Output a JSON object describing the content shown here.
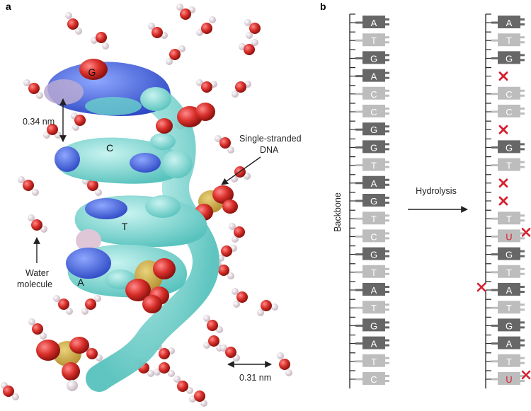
{
  "panel_a": {
    "label": "a",
    "bases": {
      "g": "G",
      "c": "C",
      "t": "T",
      "a": "A"
    },
    "dist1": "0.34 nm",
    "dist2": "0.31 nm",
    "ssdna_line1": "Single-stranded",
    "ssdna_line2": "DNA",
    "water_line1": "Water",
    "water_line2": "molecule"
  },
  "panel_b": {
    "label": "b",
    "backbone_label": "Backbone",
    "arrow_label": "Hydrolysis",
    "left_strand": [
      "A",
      "T",
      "G",
      "A",
      "C",
      "C",
      "G",
      "G",
      "T",
      "A",
      "G",
      "T",
      "C",
      "G",
      "T",
      "A",
      "T",
      "G",
      "A",
      "T",
      "C"
    ],
    "right_strand": [
      "A",
      "T",
      "G",
      "",
      "C",
      "C",
      "",
      "G",
      "T",
      "",
      "",
      "T",
      "U",
      "G",
      "T",
      "A",
      "T",
      "G",
      "A",
      "T",
      "U"
    ],
    "purine_color": "#676767",
    "pyrimidine_color": "#bdbdbd",
    "damage_color": "#d62030"
  }
}
